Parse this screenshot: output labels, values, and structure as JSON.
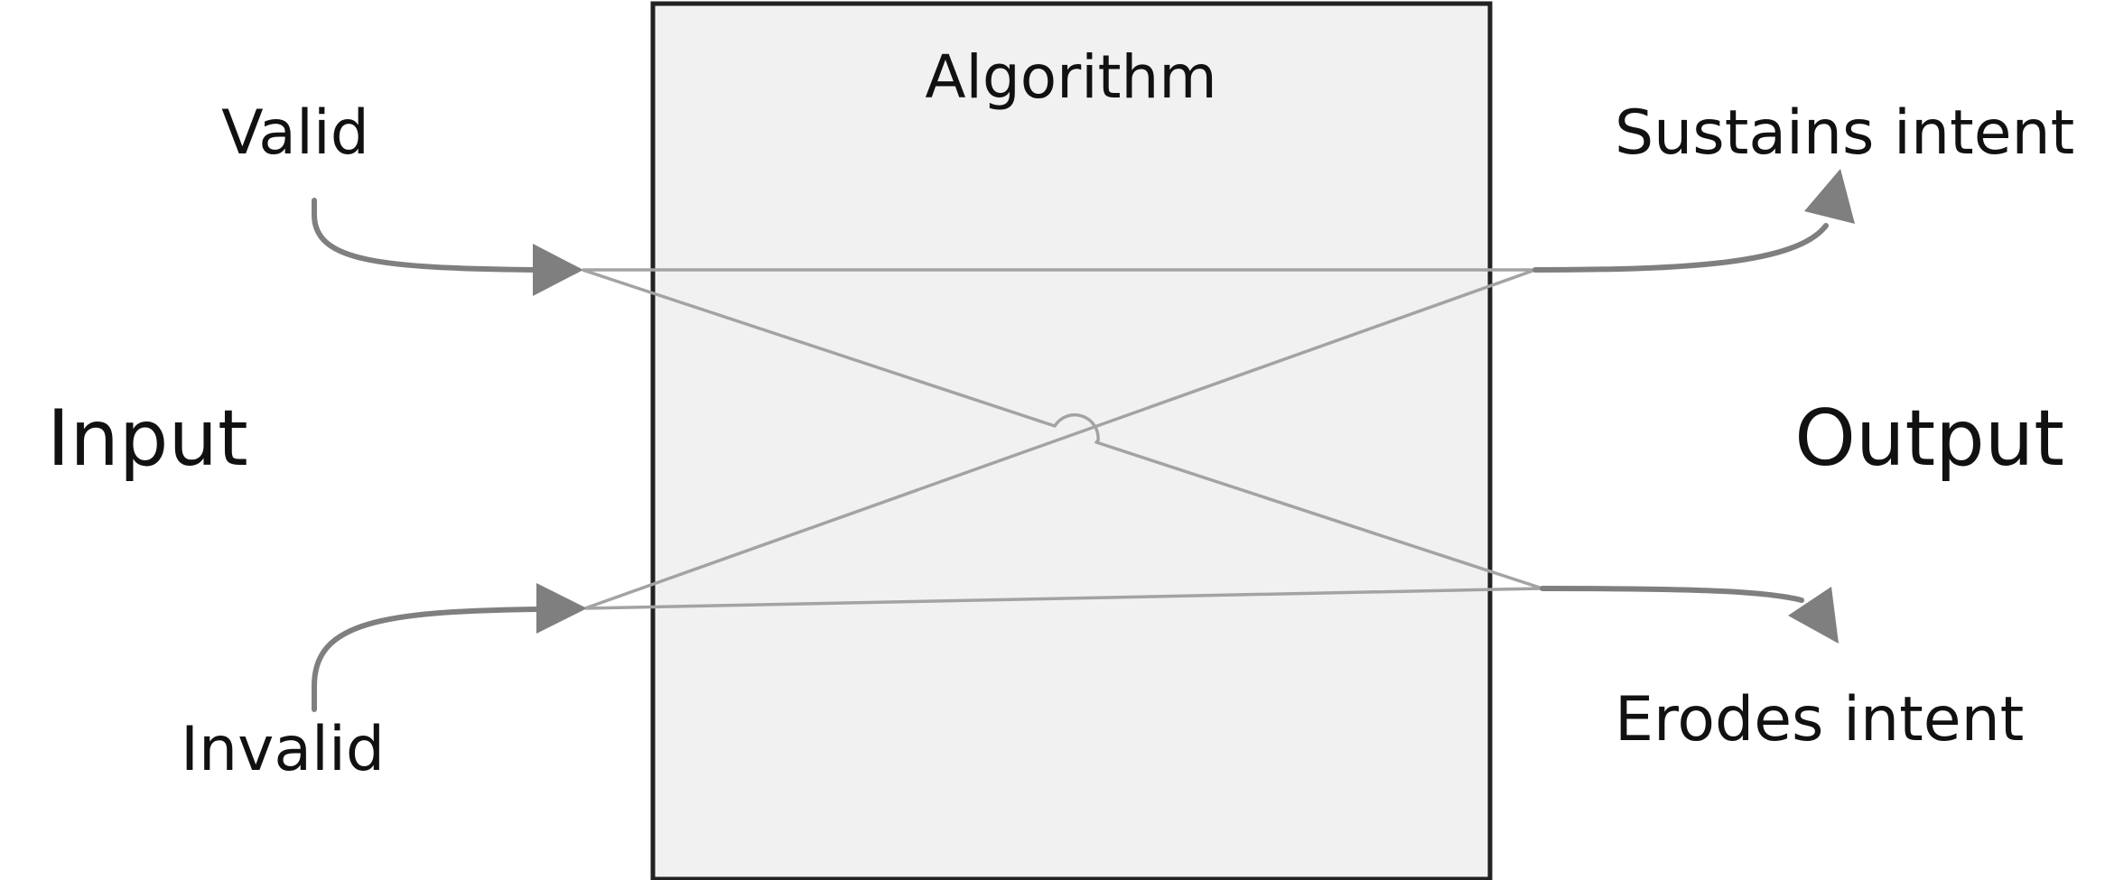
{
  "diagram": {
    "box_title": "Algorithm",
    "input_heading": "Input",
    "output_heading": "Output",
    "input_valid": "Valid",
    "input_invalid": "Invalid",
    "output_sustains": "Sustains intent",
    "output_erodes": "Erodes intent"
  },
  "colors": {
    "box_fill": "#f1f1f1",
    "box_stroke": "#222222",
    "arrow": "#7f7f7f",
    "line": "#a3a3a3",
    "text": "#111111"
  }
}
